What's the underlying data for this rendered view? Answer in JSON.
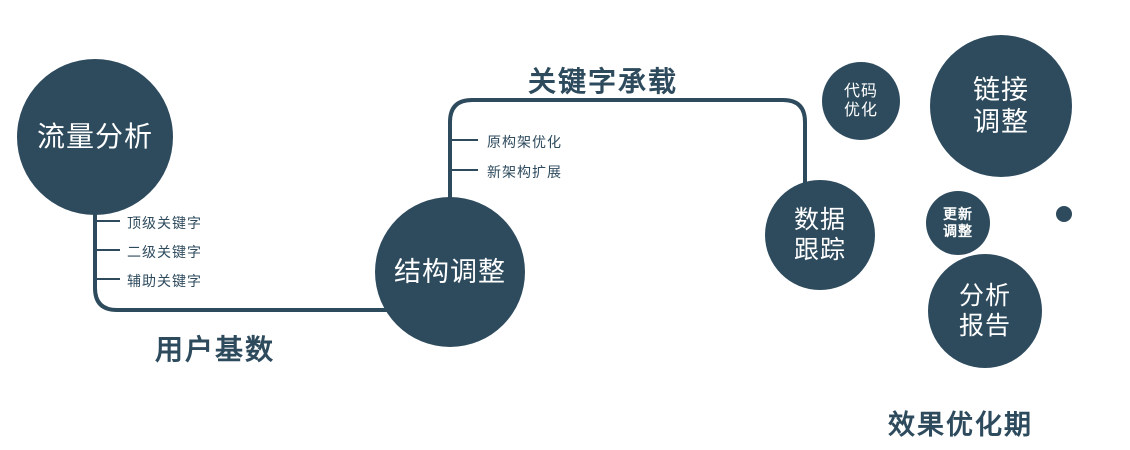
{
  "colors": {
    "primary": "#2e4b5e",
    "text": "#2e4b5e",
    "node_text": "#ffffff",
    "background": "#ffffff"
  },
  "nodes": {
    "traffic": {
      "label": "流量分析"
    },
    "structure": {
      "label": "结构调整"
    },
    "tracking": {
      "line1": "数据",
      "line2": "跟踪"
    },
    "code": {
      "line1": "代码",
      "line2": "优化"
    },
    "link": {
      "line1": "链接",
      "line2": "调整"
    },
    "update": {
      "line1": "更新",
      "line2": "调整"
    },
    "report": {
      "line1": "分析",
      "line2": "报告"
    }
  },
  "edge_labels": {
    "user_base": "用户基数",
    "keyword_load": "关键字承载"
  },
  "branches": {
    "traffic": [
      "顶级关键字",
      "二级关键字",
      "辅助关键字"
    ],
    "structure": [
      "原构架优化",
      "新架构扩展"
    ]
  },
  "caption": "效果优化期"
}
